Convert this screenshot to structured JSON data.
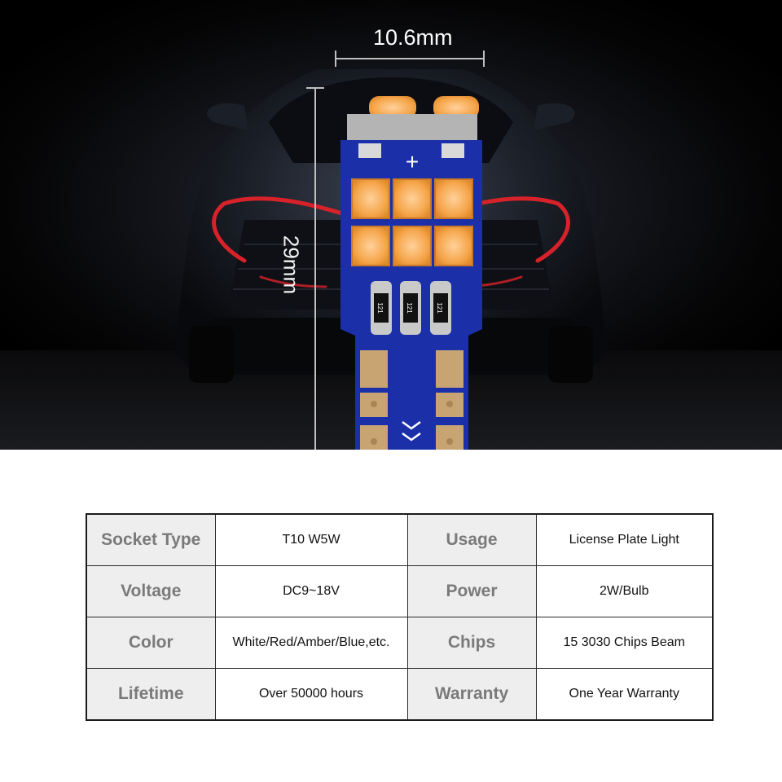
{
  "dimensions": {
    "width_label": "10.6mm",
    "height_label": "29mm"
  },
  "bulb": {
    "plus_mark": "+",
    "resistor_code": "121"
  },
  "specs": {
    "rows": [
      {
        "key1": "Socket Type",
        "val1": "T10 W5W",
        "key2": "Usage",
        "val2": "License Plate Light"
      },
      {
        "key1": "Voltage",
        "val1": "DC9~18V",
        "key2": "Power",
        "val2": "2W/Bulb"
      },
      {
        "key1": "Color",
        "val1": "White/Red/Amber/Blue,etc.",
        "key2": "Chips",
        "val2": "15 3030 Chips Beam"
      },
      {
        "key1": "Lifetime",
        "val1": "Over 50000 hours",
        "key2": "Warranty",
        "val2": "One Year Warranty"
      }
    ]
  },
  "colors": {
    "pcb_blue": "#1a2fa8",
    "led_amber": "#f5a54a",
    "pad_gold": "#c8a473",
    "tail_light_red": "#d8222a"
  }
}
